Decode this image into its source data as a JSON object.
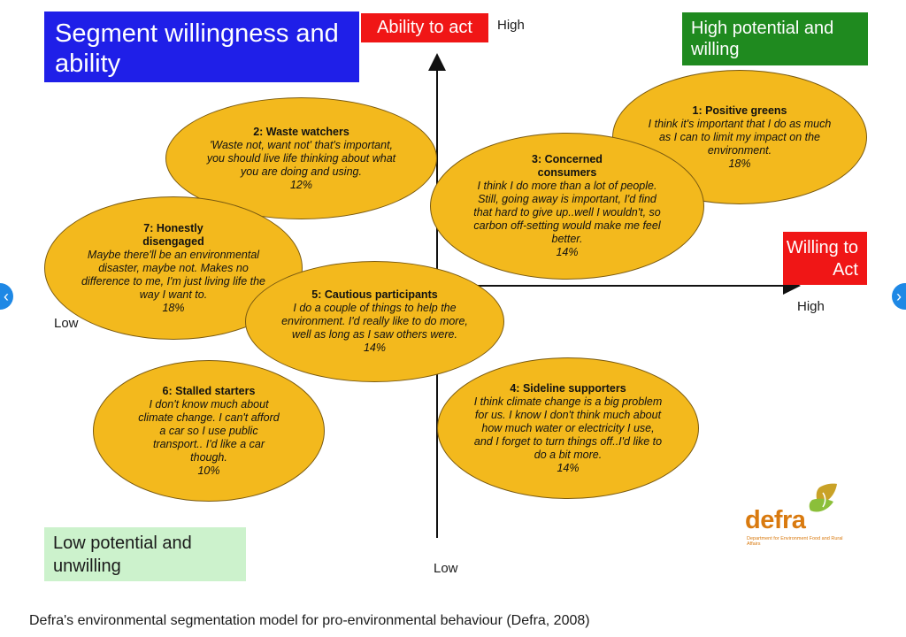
{
  "title": "Segment willingness and ability",
  "y_axis_label": "Ability to act",
  "x_axis_label": "Willing to Act",
  "quadrant_top_right": "High potential and willing",
  "quadrant_bottom_left": "Low potential and unwilling",
  "axis_ticks": {
    "y_high": "High",
    "y_low": "Low",
    "x_high": "High",
    "x_low": "Low"
  },
  "segments": [
    {
      "number_title": "1: Positive greens",
      "quote": "I think it's important that I do as much as I can to limit my impact on the environment.",
      "percent": "18%"
    },
    {
      "number_title": "2: Waste watchers",
      "quote": "'Waste not, want not' that's important, you should live life thinking about what you are doing and using.",
      "percent": "12%"
    },
    {
      "number_title": "3: Concerned consumers",
      "quote": "I think I do more than a lot of people. Still, going away is important, I'd find that hard to give up..well I wouldn't, so carbon off-setting would make me feel better.",
      "percent": "14%"
    },
    {
      "number_title": "4: Sideline supporters",
      "quote": "I think climate change is a big problem for us.  I know I don't think much about how much water or electricity I use, and I forget to turn things off..I'd like to do a bit more.",
      "percent": "14%"
    },
    {
      "number_title": "5: Cautious participants",
      "quote": "I do a couple of things to help the environment. I'd really like to do more, well as long as I saw others were.",
      "percent": "14%"
    },
    {
      "number_title": "6: Stalled starters",
      "quote": "I don't know much about climate change. I can't afford a car so I use public transport.. I'd like a car though.",
      "percent": "10%"
    },
    {
      "number_title": "7: Honestly disengaged",
      "quote": "Maybe there'll be an environmental disaster, maybe not. Makes no difference to me, I'm just living life the way I want to.",
      "percent": "18%"
    }
  ],
  "logo": {
    "name": "defra",
    "subtitle": "Department for Environment Food and Rural Affairs"
  },
  "navigation": {
    "prev_icon": "chevron-left-icon",
    "next_icon": "chevron-right-icon",
    "prev_glyph": "‹",
    "next_glyph": "›"
  },
  "caption": "Defra's environmental segmentation model for pro-environmental behaviour (Defra, 2008)",
  "colors": {
    "title_bg": "#1f1fe8",
    "red_label_bg": "#f01616",
    "green_label_bg": "#1f8a1f",
    "light_green_bg": "#ccf2cc",
    "ellipse_fill": "#f3b91d",
    "logo_orange": "#d97a0f",
    "nav_blue": "#1e88e5"
  }
}
